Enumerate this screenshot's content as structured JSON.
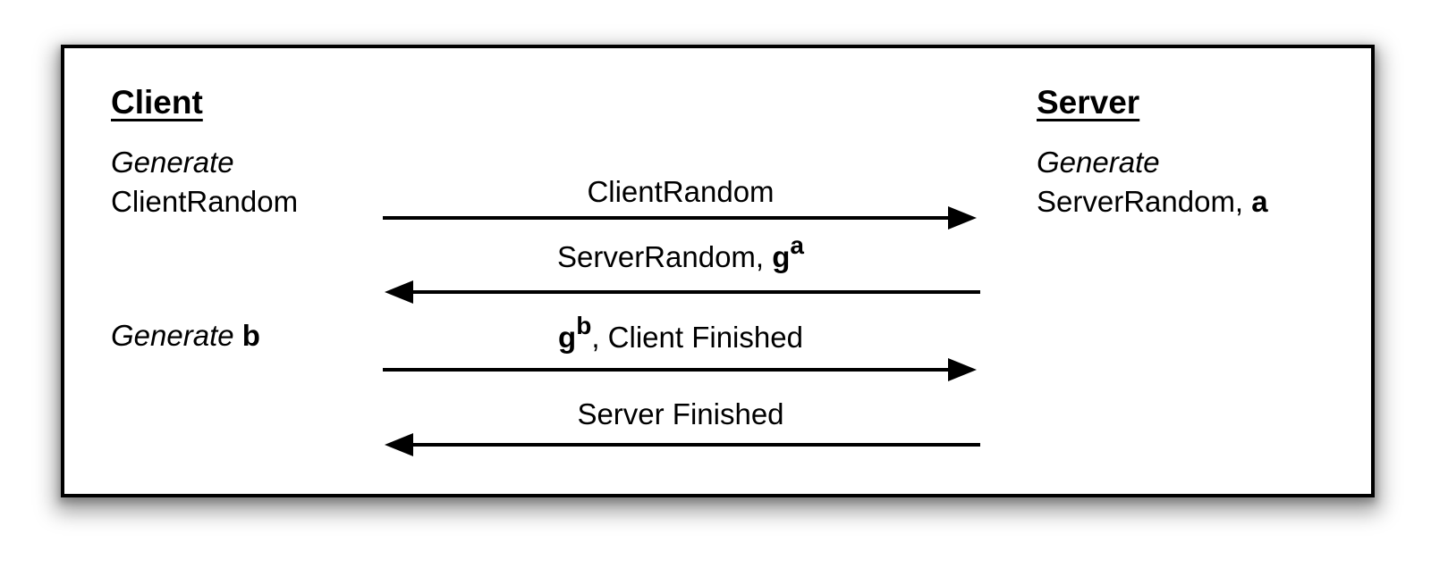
{
  "colors": {
    "background": "#ffffff",
    "foreground": "#000000",
    "box_border": "#000000"
  },
  "client": {
    "title": "Client",
    "note1": {
      "italic": "Generate",
      "text": "ClientRandom"
    },
    "note2": {
      "italic": "Generate ",
      "bold": "b"
    }
  },
  "server": {
    "title": "Server",
    "note1": {
      "italic": "Generate",
      "text": "ServerRandom, ",
      "bold": "a"
    }
  },
  "messages": [
    {
      "prefix": "ClientRandom",
      "direction": "right"
    },
    {
      "prefix": "ServerRandom, ",
      "base": "g",
      "sup": "a",
      "direction": "left"
    },
    {
      "base": "g",
      "sup": "b",
      "suffix": ", Client Finished",
      "direction": "right"
    },
    {
      "prefix": "Server Finished",
      "direction": "left"
    }
  ]
}
